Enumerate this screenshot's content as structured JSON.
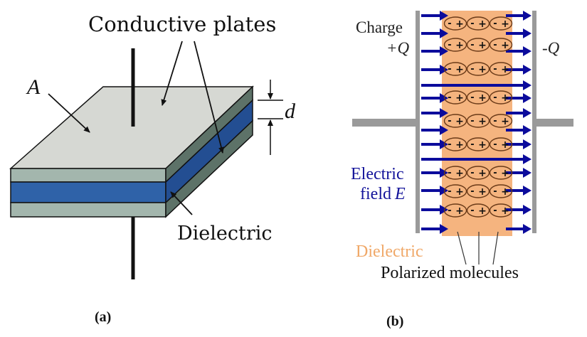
{
  "panel_a": {
    "caption": "(a)",
    "labels": {
      "conductive_plates": "Conductive plates",
      "area": "A",
      "separation": "d",
      "dielectric": "Dielectric"
    },
    "colors": {
      "top_face": "#d6d8d3",
      "plate_front": "#a3b6ad",
      "plate_side": "#5d7268",
      "dielectric_front": "#2f62a8",
      "dielectric_side": "#234e92",
      "outline": "#111111"
    }
  },
  "panel_b": {
    "caption": "(b)",
    "labels": {
      "charge": "Charge",
      "plus_q": "+Q",
      "minus_q": "-Q",
      "electric": "Electric",
      "field": "field",
      "field_symbol": "E",
      "dielectric": "Dielectric",
      "polarized_molecules": "Polarized molecules"
    },
    "molecule": {
      "minus": "-",
      "plus": "+"
    },
    "molecule_rows": 9,
    "molecules_per_row": 3,
    "field_arrow_rows": 14,
    "colors": {
      "dielectric_fill": "#f5b47f",
      "field_arrow": "#0b0b9c",
      "plate": "#9a9a9a",
      "molecule_stroke": "#6a3a18",
      "dielectric_text": "#f0a868",
      "field_text": "#13139a"
    }
  }
}
